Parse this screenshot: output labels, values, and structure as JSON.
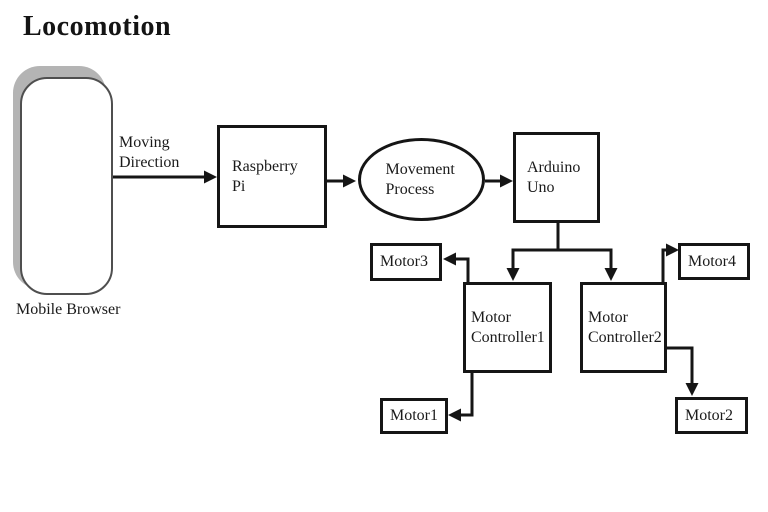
{
  "title": "Locomotion",
  "nodes": {
    "mobile_browser": {
      "label": "Mobile Browser",
      "shape": "rounded-rectangle"
    },
    "raspberry_pi": {
      "label": "Raspberry Pi",
      "shape": "rectangle"
    },
    "movement_process": {
      "label": "Movement Process",
      "shape": "ellipse"
    },
    "arduino_uno": {
      "label": "Arduino Uno",
      "shape": "rectangle"
    },
    "motor_controller1": {
      "label": "Motor Controller1",
      "shape": "rectangle"
    },
    "motor_controller2": {
      "label": "Motor Controller2",
      "shape": "rectangle"
    },
    "motor1": {
      "label": "Motor1",
      "shape": "rectangle"
    },
    "motor2": {
      "label": "Motor2",
      "shape": "rectangle"
    },
    "motor3": {
      "label": "Motor3",
      "shape": "rectangle"
    },
    "motor4": {
      "label": "Motor4",
      "shape": "rectangle"
    }
  },
  "edges": {
    "browser_to_pi": {
      "label": "Moving Direction",
      "from": "mobile_browser",
      "to": "raspberry_pi"
    },
    "pi_to_process": {
      "label": "",
      "from": "raspberry_pi",
      "to": "movement_process"
    },
    "process_to_uno": {
      "label": "",
      "from": "movement_process",
      "to": "arduino_uno"
    },
    "uno_to_controller1": {
      "label": "",
      "from": "arduino_uno",
      "to": "motor_controller1"
    },
    "uno_to_controller2": {
      "label": "",
      "from": "arduino_uno",
      "to": "motor_controller2"
    },
    "controller1_to_motor3": {
      "label": "",
      "from": "motor_controller1",
      "to": "motor3"
    },
    "controller1_to_motor1": {
      "label": "",
      "from": "motor_controller1",
      "to": "motor1"
    },
    "controller2_to_motor4": {
      "label": "",
      "from": "motor_controller2",
      "to": "motor4"
    },
    "controller2_to_motor2": {
      "label": "",
      "from": "motor_controller2",
      "to": "motor2"
    }
  },
  "colors": {
    "line": "#151515",
    "text": "#1a1a1a",
    "shadow": "#b4b4b4",
    "background": "#ffffff"
  }
}
